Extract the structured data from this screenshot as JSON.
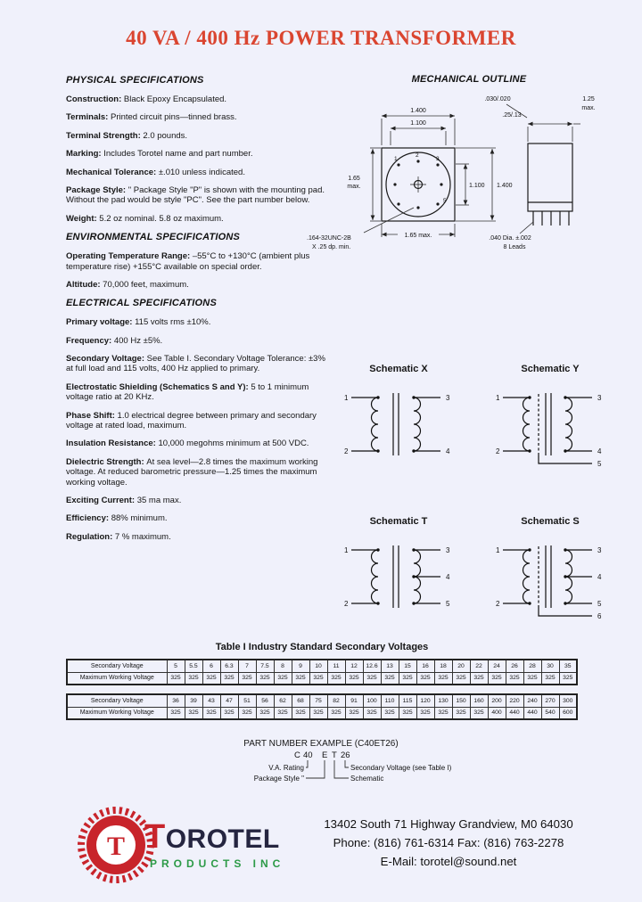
{
  "title": "40 VA / 400 Hz POWER TRANSFORMER",
  "physical": {
    "heading": "PHYSICAL SPECIFICATIONS",
    "items": [
      {
        "label": "Construction:",
        "text": "Black Epoxy Encapsulated."
      },
      {
        "label": "Terminals:",
        "text": "Printed circuit pins—tinned brass."
      },
      {
        "label": "Terminal Strength:",
        "text": "2.0 pounds."
      },
      {
        "label": "Marking:",
        "text": "Includes Torotel name and part number."
      },
      {
        "label": "Mechanical Tolerance:",
        "text": "±.010 unless indicated."
      },
      {
        "label": "Package Style:",
        "text": "\" Package Style \"P\" is shown with the mounting pad. Without the pad would be style \"PC\". See the part number below."
      },
      {
        "label": "Weight:",
        "text": "5.2 oz nominal. 5.8 oz maximum."
      }
    ]
  },
  "environmental": {
    "heading": "ENVIRONMENTAL SPECIFICATIONS",
    "items": [
      {
        "label": "Operating Temperature Range:",
        "text": "–55°C to +130°C (ambient plus temperature rise)  +155°C available on special order."
      },
      {
        "label": "Altitude:",
        "text": "70,000 feet, maximum."
      }
    ]
  },
  "electrical": {
    "heading": "ELECTRICAL SPECIFICATIONS",
    "items": [
      {
        "label": "Primary voltage:",
        "text": "115 volts rms ±10%."
      },
      {
        "label": "Frequency:",
        "text": "400 Hz ±5%."
      },
      {
        "label": "Secondary Voltage:",
        "text": "See Table I. Secondary Voltage Tolerance: ±3% at full load and 115 volts, 400 Hz applied to primary."
      },
      {
        "label": "Electrostatic Shielding (Schematics S and Y):",
        "text": "5 to 1 minimum voltage ratio at 20 KHz."
      },
      {
        "label": "Phase Shift:",
        "text": "1.0 electrical degree between primary and secondary voltage at rated load, maximum."
      },
      {
        "label": "Insulation Resistance:",
        "text": "10,000 megohms minimum at 500 VDC."
      },
      {
        "label": "Dielectric Strength:",
        "text": "At sea level—2.8 times the maximum working voltage. At reduced barometric pressure—1.25 times the maximum working voltage."
      },
      {
        "label": "Exciting Current:",
        "text": "35 ma max."
      },
      {
        "label": "Efficiency:",
        "text": "88% minimum."
      },
      {
        "label": "Regulation:",
        "text": "7 % maximum."
      }
    ]
  },
  "mechanical": {
    "heading": "MECHANICAL OUTLINE",
    "dims": {
      "top_outer": "1.400",
      "top_inner": "1.100",
      "left1": "1.65",
      "left2": "max.",
      "right1": "1.100",
      "right2": "1.400",
      "gap": ".030/.020",
      "lead_len": ".25/.13",
      "side1": "1.25",
      "side2": "max.",
      "thread1": ".164-32UNC-2B",
      "thread2": "X .25 dp. min.",
      "bottom": "1.65  max.",
      "dia1": ".040 Dia. ±.002",
      "dia2": "8 Leads"
    },
    "pins": [
      "1",
      "2",
      "3",
      "5"
    ]
  },
  "schematics": {
    "x": {
      "title": "Schematic  X",
      "p1": "1",
      "p2": "2",
      "p3": "3",
      "p4": "4"
    },
    "y": {
      "title": "Schematic  Y",
      "p1": "1",
      "p2": "2",
      "p3": "3",
      "p4": "4",
      "p5": "5"
    },
    "t": {
      "title": "Schematic  T",
      "p1": "1",
      "p2": "2",
      "p3": "3",
      "p4": "4",
      "p5": "5"
    },
    "s": {
      "title": "Schematic S",
      "p1": "1",
      "p2": "2",
      "p3": "3",
      "p4": "4",
      "p5": "5",
      "p6": "6"
    }
  },
  "table": {
    "title": "Table I  Industry Standard Secondary Voltages",
    "row_label_secondary": "Secondary Voltage",
    "row_label_max": "Maximum Working Voltage",
    "t1_secondary": [
      "5",
      "5.5",
      "6",
      "6.3",
      "7",
      "7.5",
      "8",
      "9",
      "10",
      "11",
      "12",
      "12.6",
      "13",
      "15",
      "16",
      "18",
      "20",
      "22",
      "24",
      "26",
      "28",
      "30",
      "35"
    ],
    "t1_max": [
      "325",
      "325",
      "325",
      "325",
      "325",
      "325",
      "325",
      "325",
      "325",
      "325",
      "325",
      "325",
      "325",
      "325",
      "325",
      "325",
      "325",
      "325",
      "325",
      "325",
      "325",
      "325",
      "325"
    ],
    "t2_secondary": [
      "36",
      "39",
      "43",
      "47",
      "51",
      "56",
      "62",
      "68",
      "75",
      "82",
      "91",
      "100",
      "110",
      "115",
      "120",
      "130",
      "150",
      "160",
      "200",
      "220",
      "240",
      "270",
      "300"
    ],
    "t2_max": [
      "325",
      "325",
      "325",
      "325",
      "325",
      "325",
      "325",
      "325",
      "325",
      "325",
      "325",
      "325",
      "325",
      "325",
      "325",
      "325",
      "325",
      "325",
      "400",
      "440",
      "440",
      "540",
      "600"
    ]
  },
  "part_number": {
    "heading": "PART NUMBER EXAMPLE (C40ET26)",
    "code_c": "C",
    "code_va": "40",
    "code_pkg": "E",
    "code_sch": "T",
    "code_sec": "26",
    "label_va": "V.A. Rating",
    "label_pkg": "Package Style \"",
    "label_sec": "Secondary Voltage (see Table I)",
    "label_sch": "Schematic"
  },
  "footer": {
    "logo_letter": "T",
    "brand": "TOROTEL",
    "brand_sub": "PRODUCTS INC",
    "address": "13402 South 71 Highway  Grandview, M0  64030",
    "phone": "Phone: (816) 761-6314  Fax: (816) 763-2278",
    "email": "E-Mail:  torotel@sound.net"
  },
  "colors": {
    "title_red": "#da4530",
    "logo_red": "#c8242b",
    "logo_green": "#2c9a47",
    "page_background": "#f0f1fb"
  }
}
